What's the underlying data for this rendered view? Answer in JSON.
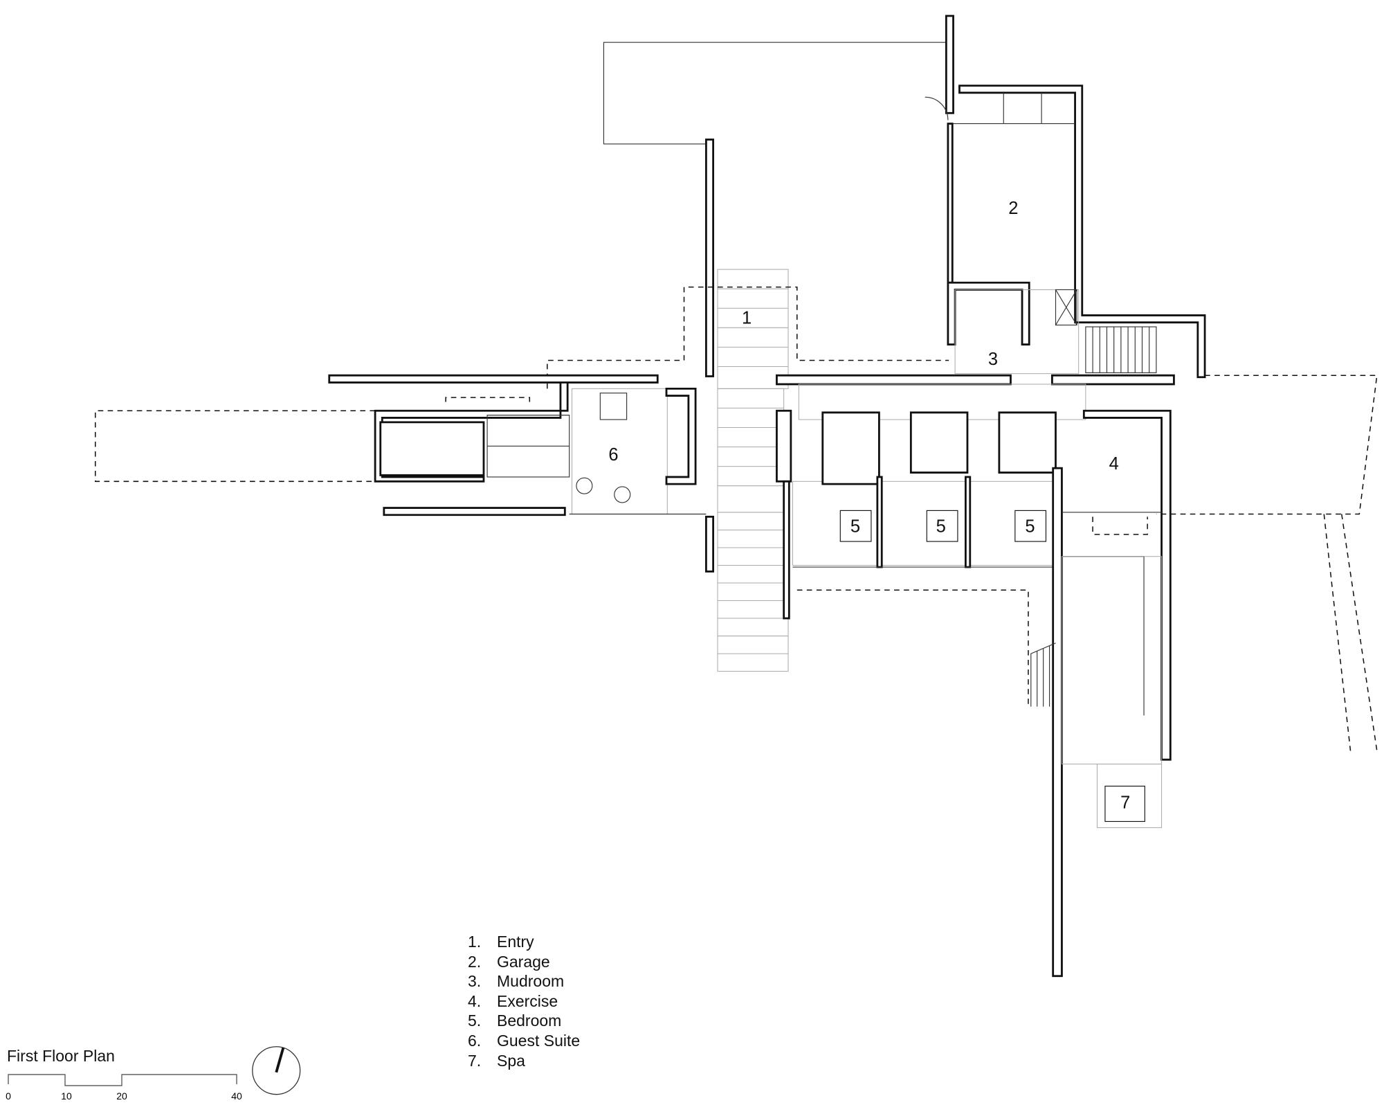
{
  "plan": {
    "title": "First Floor Plan",
    "room_tags": {
      "entry": "1",
      "garage": "2",
      "mudroom": "3",
      "exercise": "4",
      "bedroom_a": "5",
      "bedroom_b": "5",
      "bedroom_c": "5",
      "guest_suite": "6",
      "spa": "7"
    },
    "legend": [
      {
        "num": "1.",
        "label": "Entry"
      },
      {
        "num": "2.",
        "label": "Garage"
      },
      {
        "num": "3.",
        "label": "Mudroom"
      },
      {
        "num": "4.",
        "label": "Exercise"
      },
      {
        "num": "5.",
        "label": "Bedroom"
      },
      {
        "num": "6.",
        "label": "Guest Suite"
      },
      {
        "num": "7.",
        "label": "Spa"
      }
    ],
    "scale_bar": {
      "ticks": [
        "0",
        "10",
        "20",
        "40"
      ]
    },
    "north_arrow": "north-arrow"
  }
}
